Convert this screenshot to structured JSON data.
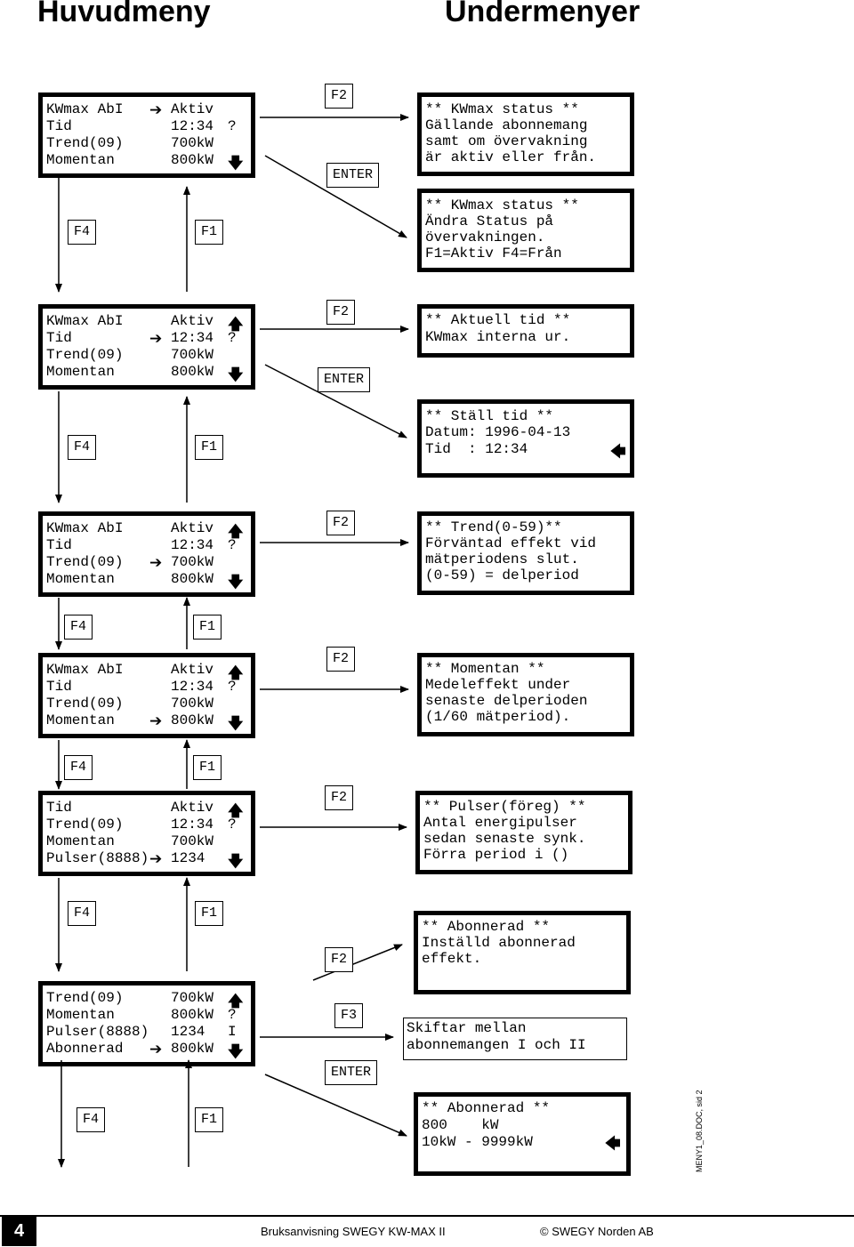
{
  "headings": {
    "main": "Huvudmeny",
    "sub": "Undermenyer"
  },
  "keys": {
    "f1": "F1",
    "f2": "F2",
    "f3": "F3",
    "f4": "F4",
    "enter": "ENTER"
  },
  "glyphs": {
    "right": "➔",
    "up": "🡅",
    "down": "🡇",
    "left": "🡄"
  },
  "screens": [
    {
      "rows": [
        [
          "KWmax AbI",
          "➔",
          "Aktiv",
          "",
          ""
        ],
        [
          "Tid",
          "",
          "12:34",
          "?",
          ""
        ],
        [
          "Trend(09)",
          "",
          "700kW",
          "",
          ""
        ],
        [
          "Momentan",
          "",
          "800kW",
          "🡇",
          ""
        ]
      ]
    },
    {
      "rows": [
        [
          "KWmax AbI",
          "",
          "Aktiv",
          "🡅",
          ""
        ],
        [
          "Tid",
          "➔",
          "12:34",
          "?",
          ""
        ],
        [
          "Trend(09)",
          "",
          "700kW",
          "",
          ""
        ],
        [
          "Momentan",
          "",
          "800kW",
          "🡇",
          ""
        ]
      ]
    },
    {
      "rows": [
        [
          "KWmax AbI",
          "",
          "Aktiv",
          "🡅",
          ""
        ],
        [
          "Tid",
          "",
          "12:34",
          "?",
          ""
        ],
        [
          "Trend(09)",
          "➔",
          "700kW",
          "",
          ""
        ],
        [
          "Momentan",
          "",
          "800kW",
          "🡇",
          ""
        ]
      ]
    },
    {
      "rows": [
        [
          "KWmax AbI",
          "",
          "Aktiv",
          "🡅",
          ""
        ],
        [
          "Tid",
          "",
          "12:34",
          "?",
          ""
        ],
        [
          "Trend(09)",
          "",
          "700kW",
          "",
          ""
        ],
        [
          "Momentan",
          "➔",
          "800kW",
          "🡇",
          ""
        ]
      ]
    },
    {
      "rows": [
        [
          "Tid",
          "",
          "Aktiv",
          "🡅",
          ""
        ],
        [
          "Trend(09)",
          "",
          "12:34",
          "?",
          ""
        ],
        [
          "Momentan",
          "",
          "700kW",
          "",
          ""
        ],
        [
          "Pulser(8888)",
          "➔",
          "1234",
          "🡇",
          ""
        ]
      ]
    },
    {
      "rows": [
        [
          "Trend(09)",
          "",
          "700kW",
          "🡅",
          ""
        ],
        [
          "Momentan",
          "",
          "800kW",
          "?",
          ""
        ],
        [
          "Pulser(8888)",
          "",
          "1234",
          "I",
          ""
        ],
        [
          "Abonnerad",
          "➔",
          "800kW",
          "🡇",
          ""
        ]
      ]
    }
  ],
  "submenus": {
    "s1": [
      "** KWmax status **",
      "Gällande abonnemang",
      "samt om övervakning",
      "är aktiv eller från."
    ],
    "s2": [
      "** KWmax status **",
      "Ändra Status på",
      "övervakningen.",
      "F1=Aktiv F4=Från"
    ],
    "s3": [
      "** Aktuell tid **",
      "KWmax interna ur."
    ],
    "s4": [
      "** Ställ tid **",
      "Datum: 1996-04-13",
      "Tid  : 12:34"
    ],
    "s5": [
      "** Trend(0-59)**",
      "Förväntad effekt vid",
      "mätperiodens slut.",
      "(0-59) = delperiod"
    ],
    "s6": [
      "** Momentan **",
      "Medeleffekt under",
      "senaste delperioden",
      "(1/60 mätperiod)."
    ],
    "s7": [
      "** Pulser(föreg) **",
      "Antal energipulser",
      "sedan senaste synk.",
      "Förra period i ()"
    ],
    "s8": [
      "** Abonnerad **",
      "Inställd abonnerad",
      "effekt."
    ],
    "s9": [
      "Skiftar mellan",
      "abonnemangen I och II"
    ],
    "s10": [
      "** Abonnerad **",
      "800    kW",
      "10kW - 9999kW"
    ]
  },
  "footer": {
    "page_number": "4",
    "manual": "Bruksanvisning SWEGY KW-MAX II",
    "copyright": "© SWEGY Norden AB",
    "doc_ref": "MENY1_08.DOC, sid 2"
  }
}
